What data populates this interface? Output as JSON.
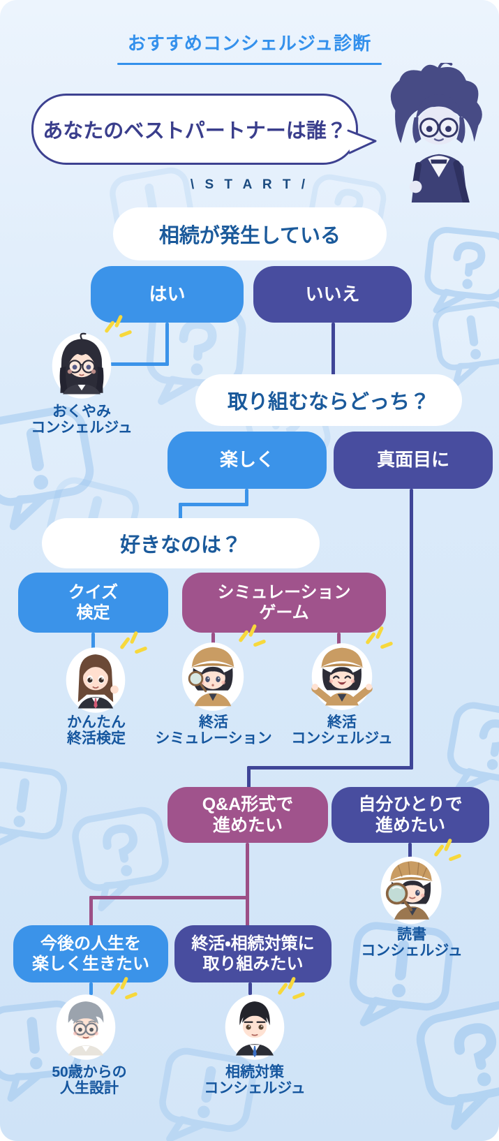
{
  "header": {
    "title": "おすすめコンシェルジュ診断",
    "speech_bubble": "あなたのベストパートナーは誰？",
    "character": "glasses-boy-mascot"
  },
  "flow": {
    "start": "\\ S T A R T /",
    "q1": {
      "text": "相続が発生している",
      "yes": "はい",
      "no": "いいえ"
    },
    "q2": {
      "text": "取り組むならどっち？",
      "fun": "楽しく",
      "serious": "真面目に"
    },
    "q3": {
      "text": "好きなのは？",
      "quiz": [
        "クイズ",
        "検定"
      ],
      "game": [
        "シミュレーション",
        "ゲーム"
      ]
    },
    "q4": {
      "qa": [
        "Q&A形式で",
        "進めたい"
      ],
      "alone": [
        "自分ひとりで",
        "進めたい"
      ]
    },
    "q5": {
      "future": [
        "今後の人生を",
        "楽しく生きたい"
      ],
      "tackle": [
        "終活・相続対策に",
        "取り組みたい"
      ]
    }
  },
  "results": {
    "okuyami": [
      "おくやみ",
      "コンシェルジュ"
    ],
    "kantan": [
      "かんたん",
      "終活検定"
    ],
    "shukatsu_sim": [
      "終活",
      "シミュレーション"
    ],
    "shukatsu_concierge": [
      "終活",
      "コンシェルジュ"
    ],
    "dokusho": [
      "読書",
      "コンシェルジュ"
    ],
    "age50": [
      "50歳からの",
      "人生設計"
    ],
    "souzoku": [
      "相続対策",
      "コンシェルジュ"
    ]
  },
  "colors": {
    "title_blue": "#3390ec",
    "button_blue": "#3b93e9",
    "button_navy": "#484d9f",
    "button_purple": "#a0538c",
    "heading_text": "#1b5a9b",
    "label_text": "#15569e",
    "bubble_ink": "#3a3e8c",
    "sparkle_yellow": "#f7d83c",
    "background_top": "#ecf4fd",
    "background_bottom": "#cfe3f7"
  }
}
